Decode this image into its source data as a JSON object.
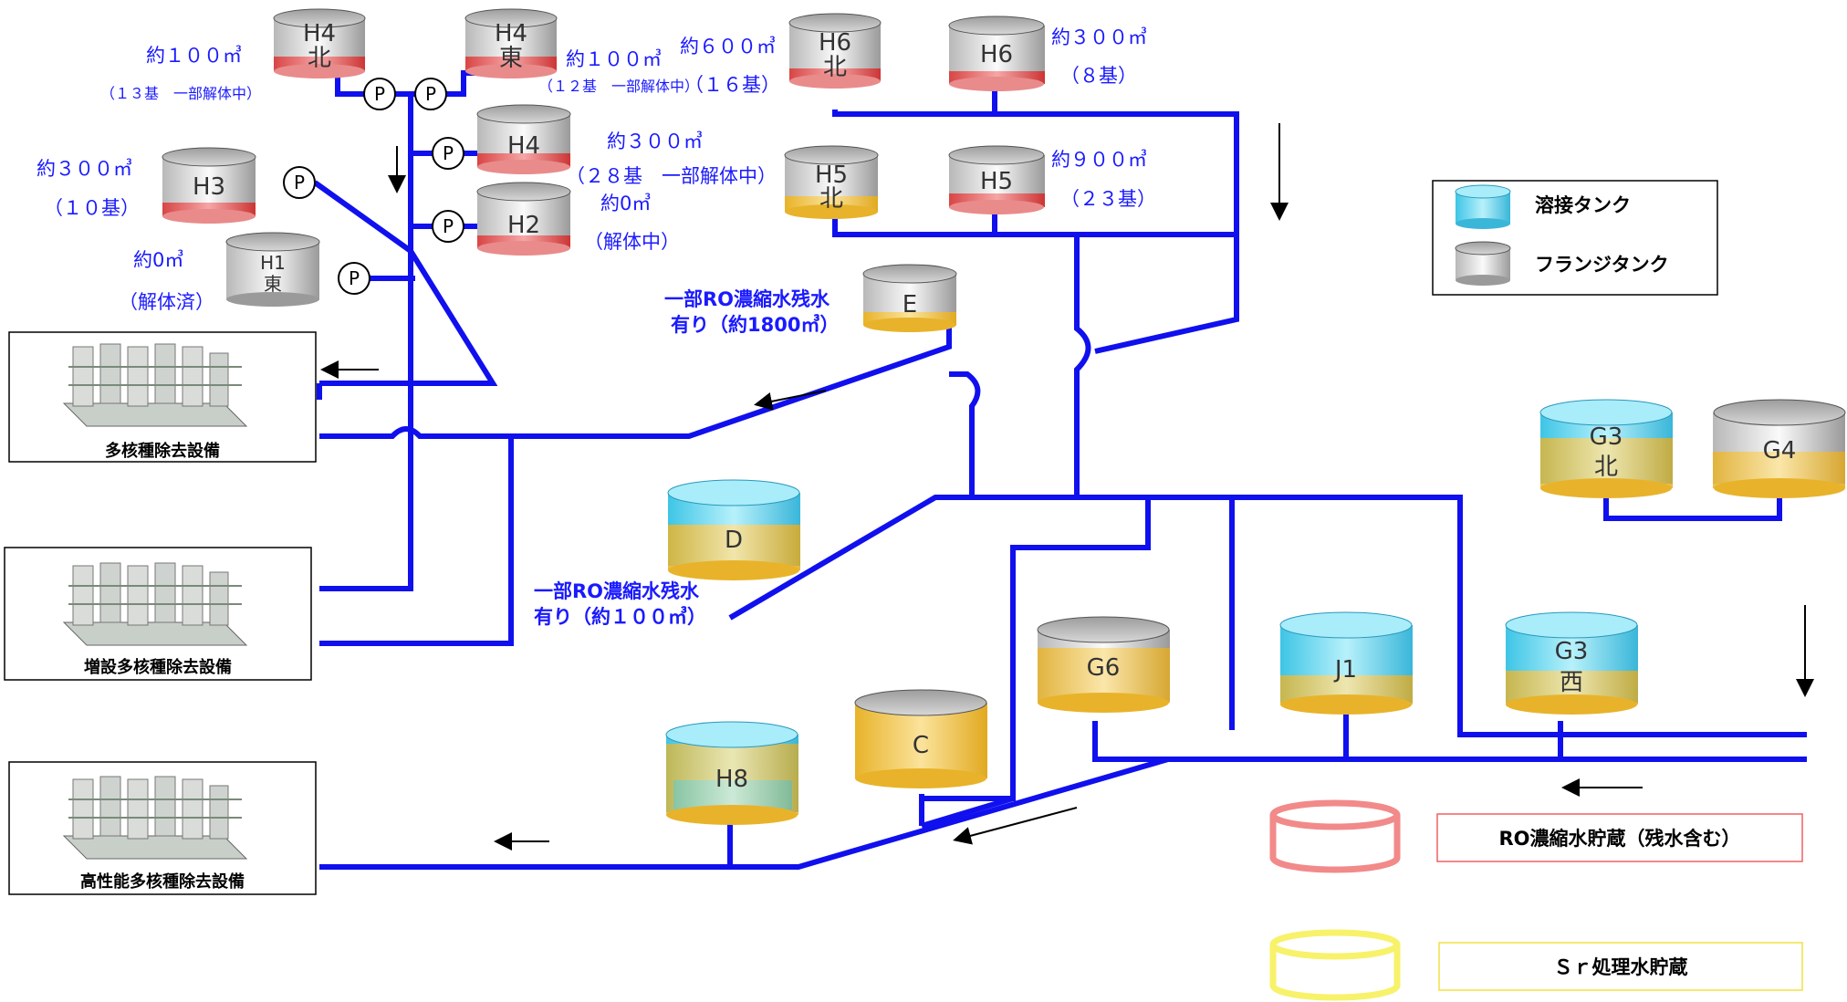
{
  "tanks": {
    "h4n": {
      "name": "H4",
      "sub": "北"
    },
    "h4e": {
      "name": "H4",
      "sub": "東"
    },
    "h6n": {
      "name": "H6",
      "sub": "北"
    },
    "h6": {
      "name": "H6"
    },
    "h4": {
      "name": "H4"
    },
    "h3": {
      "name": "H3"
    },
    "h2": {
      "name": "H2"
    },
    "h1e": {
      "name": "H1",
      "sub": "東"
    },
    "h5n": {
      "name": "H5",
      "sub": "北"
    },
    "h5": {
      "name": "H5"
    },
    "e": {
      "name": "E"
    },
    "d": {
      "name": "D"
    },
    "g3n": {
      "name": "G3",
      "sub": "北"
    },
    "g4": {
      "name": "G4"
    },
    "g6": {
      "name": "G6"
    },
    "j1": {
      "name": "J1"
    },
    "g3w": {
      "name": "G3",
      "sub": "西"
    },
    "h8": {
      "name": "H8"
    },
    "c": {
      "name": "C"
    }
  },
  "labels": {
    "h4n_vol": "約１００㎥",
    "h4n_count": "（１３基　一部解体中）",
    "h4e_vol": "約１００㎥",
    "h4e_count": "（１２基　一部解体中）",
    "h6n_vol": "約６００㎥",
    "h6n_count": "（１６基）",
    "h6_vol": "約３００㎥",
    "h6_count": "（８基）",
    "h4_vol": "約３００㎥",
    "h4_count": "（２８基　一部解体中）",
    "h2_vol": "約0㎥",
    "h2_count": "（解体中）",
    "h3_vol": "約３００㎥",
    "h3_count": "（１０基）",
    "h1_vol": "約0㎥",
    "h1_count": "（解体済）",
    "h5_vol": "約９００㎥",
    "h5_count": "（２３基）",
    "e_note1": "一部RO濃縮水残水",
    "e_note2": "有り（約1800㎥）",
    "d_note1": "一部RO濃縮水残水",
    "d_note2": "有り（約１００㎥）"
  },
  "pump": {
    "label": "P"
  },
  "facilities": [
    {
      "label": "多核種除去設備"
    },
    {
      "label": "増設多核種除去設備"
    },
    {
      "label": "高性能多核種除去設備"
    }
  ],
  "legend": {
    "welded": "溶接タンク",
    "flange": "フランジタンク",
    "ro": "RO濃縮水貯蔵（残水含む）",
    "sr": "Ｓｒ処理水貯蔵"
  },
  "colors": {
    "pipe": "#1010ee",
    "label": "#1a1aff",
    "ro_ring": "#f28a8a",
    "sr_ring": "#f7f26a",
    "welded": "#5fd8f2",
    "flange": "#e0e0e0",
    "yellow_fill": "#f0c030"
  }
}
